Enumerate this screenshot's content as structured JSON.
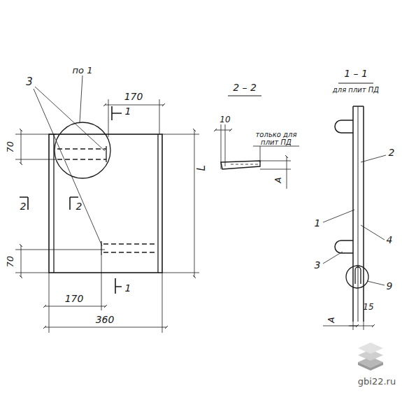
{
  "diagram": {
    "labels": [
      "по 1",
      "3",
      "170",
      "1",
      "70",
      "2",
      "2",
      "70",
      "170",
      "1",
      "360",
      "L",
      "2 – 2",
      "10",
      "только для плит ПД",
      "А",
      "1 – 1",
      "для плит ПД",
      "2",
      "1",
      "4",
      "3",
      "9",
      "15",
      "А",
      "gbi22.ru"
    ]
  }
}
